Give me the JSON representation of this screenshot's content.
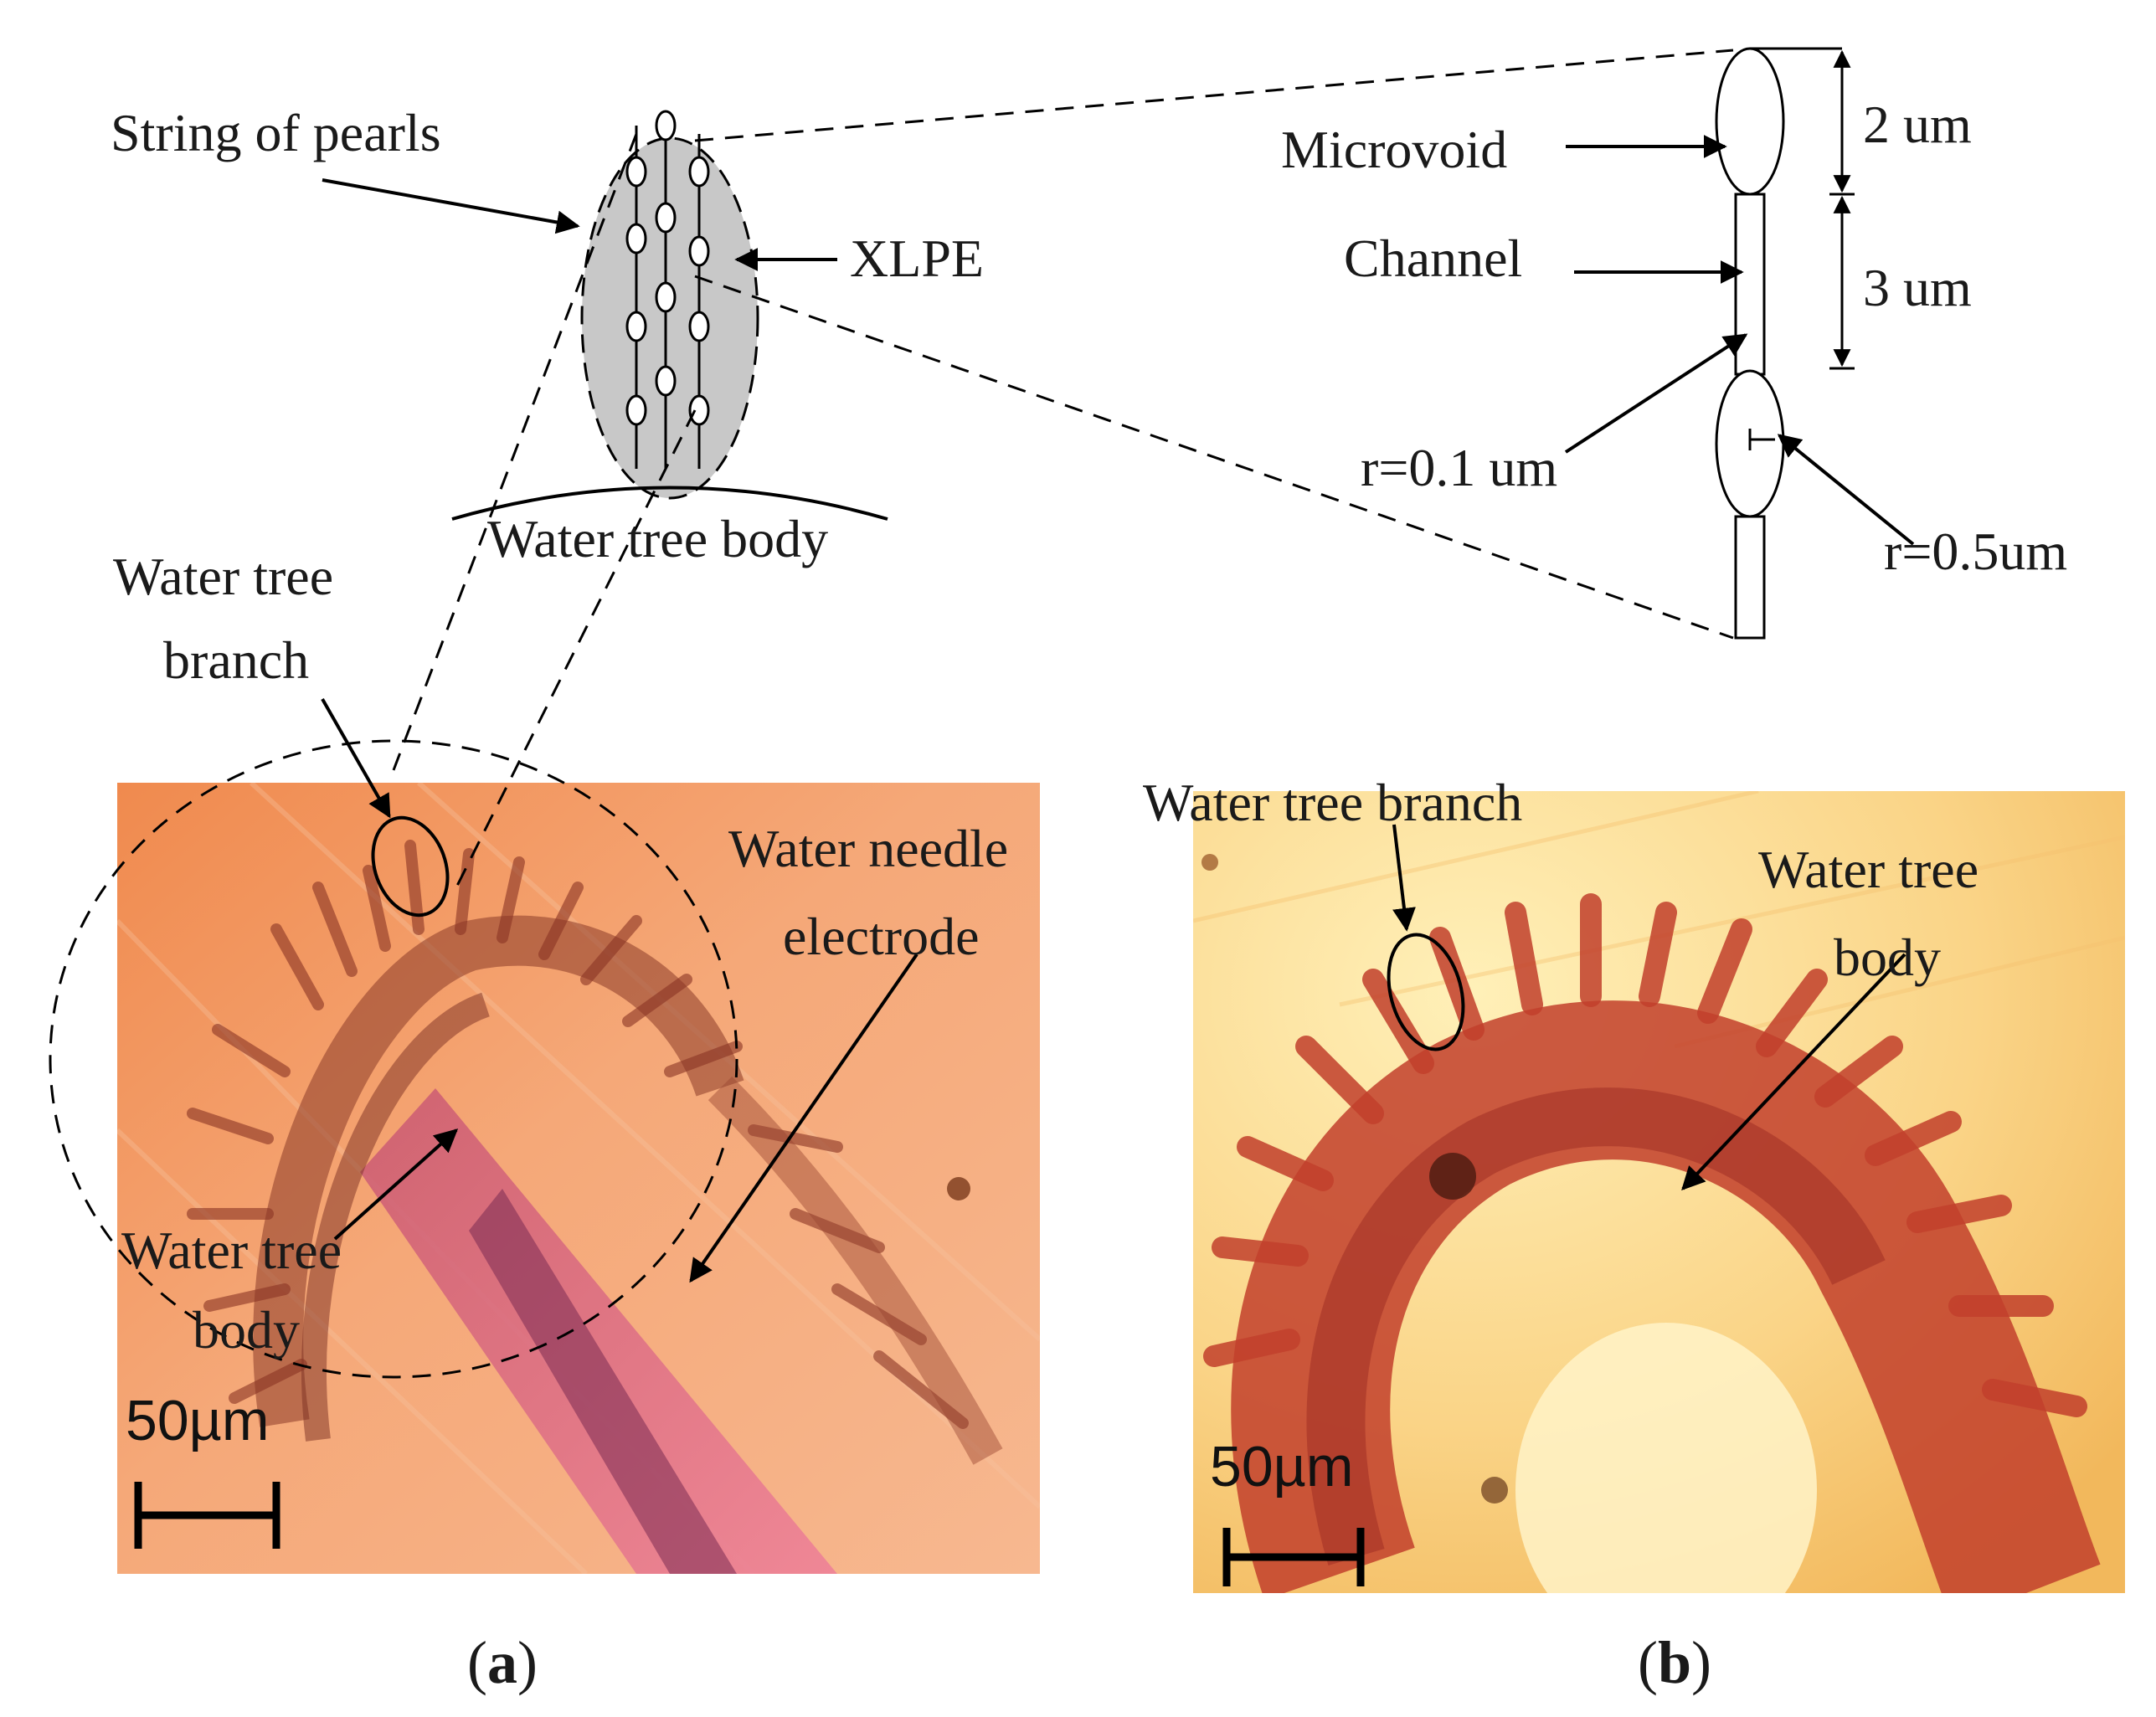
{
  "schematic": {
    "string_of_pearls": "String of pearls",
    "xlpe": "XLPE",
    "water_tree_body": "Water tree body"
  },
  "detail": {
    "microvoid": "Microvoid",
    "channel": "Channel",
    "dim_void": "2 um",
    "dim_channel": "3 um",
    "r_channel": "r=0.1 um",
    "r_void": "r=0.5um"
  },
  "panel_a": {
    "branch_line1": "Water tree",
    "branch_line2": "branch",
    "needle_line1": "Water needle",
    "needle_line2": "electrode",
    "body_line1": "Water tree",
    "body_line2": "body",
    "scale": "50µm",
    "caption_open": "(",
    "caption_letter": "a",
    "caption_close": ")"
  },
  "panel_b": {
    "branch": "Water tree branch",
    "body_line1": "Water tree",
    "body_line2": "body",
    "scale": "50µm",
    "caption_open": "(",
    "caption_letter": "b",
    "caption_close": ")"
  },
  "colors": {
    "photo_a_base": "#f3a070",
    "photo_a_electrode": "#e46a7c",
    "photo_b_base": "#fbd98a",
    "photo_b_tree": "#c2402c",
    "ellipse_fill": "#c8c8c8"
  }
}
